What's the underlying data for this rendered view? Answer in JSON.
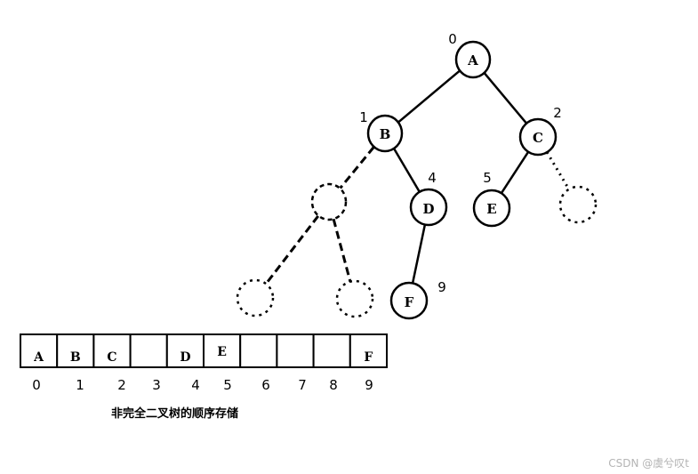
{
  "tree": {
    "nodes": [
      {
        "id": "A",
        "label": "A",
        "index": "0"
      },
      {
        "id": "B",
        "label": "B",
        "index": "1"
      },
      {
        "id": "C",
        "label": "C",
        "index": "2"
      },
      {
        "id": "D",
        "label": "D",
        "index": "4"
      },
      {
        "id": "E",
        "label": "E",
        "index": "5"
      },
      {
        "id": "F",
        "label": "F",
        "index": "9"
      }
    ],
    "edges": [
      [
        "A",
        "B"
      ],
      [
        "A",
        "C"
      ],
      [
        "B",
        "D"
      ],
      [
        "C",
        "E"
      ],
      [
        "D",
        "F"
      ]
    ],
    "missing_edges": [
      [
        "B",
        "g1"
      ],
      [
        "C",
        "g4"
      ],
      [
        "g1",
        "g2"
      ],
      [
        "g1",
        "g3"
      ]
    ]
  },
  "array": {
    "cells": [
      "A",
      "B",
      "C",
      "",
      "D",
      "E",
      "",
      "",
      "",
      "F"
    ],
    "indices": [
      "0",
      "1",
      "2",
      "3",
      "4",
      "5",
      "6",
      "7",
      "8",
      "9"
    ]
  },
  "caption": "非完全二叉树的顺序存储",
  "watermark": "CSDN @虞兮叹t"
}
